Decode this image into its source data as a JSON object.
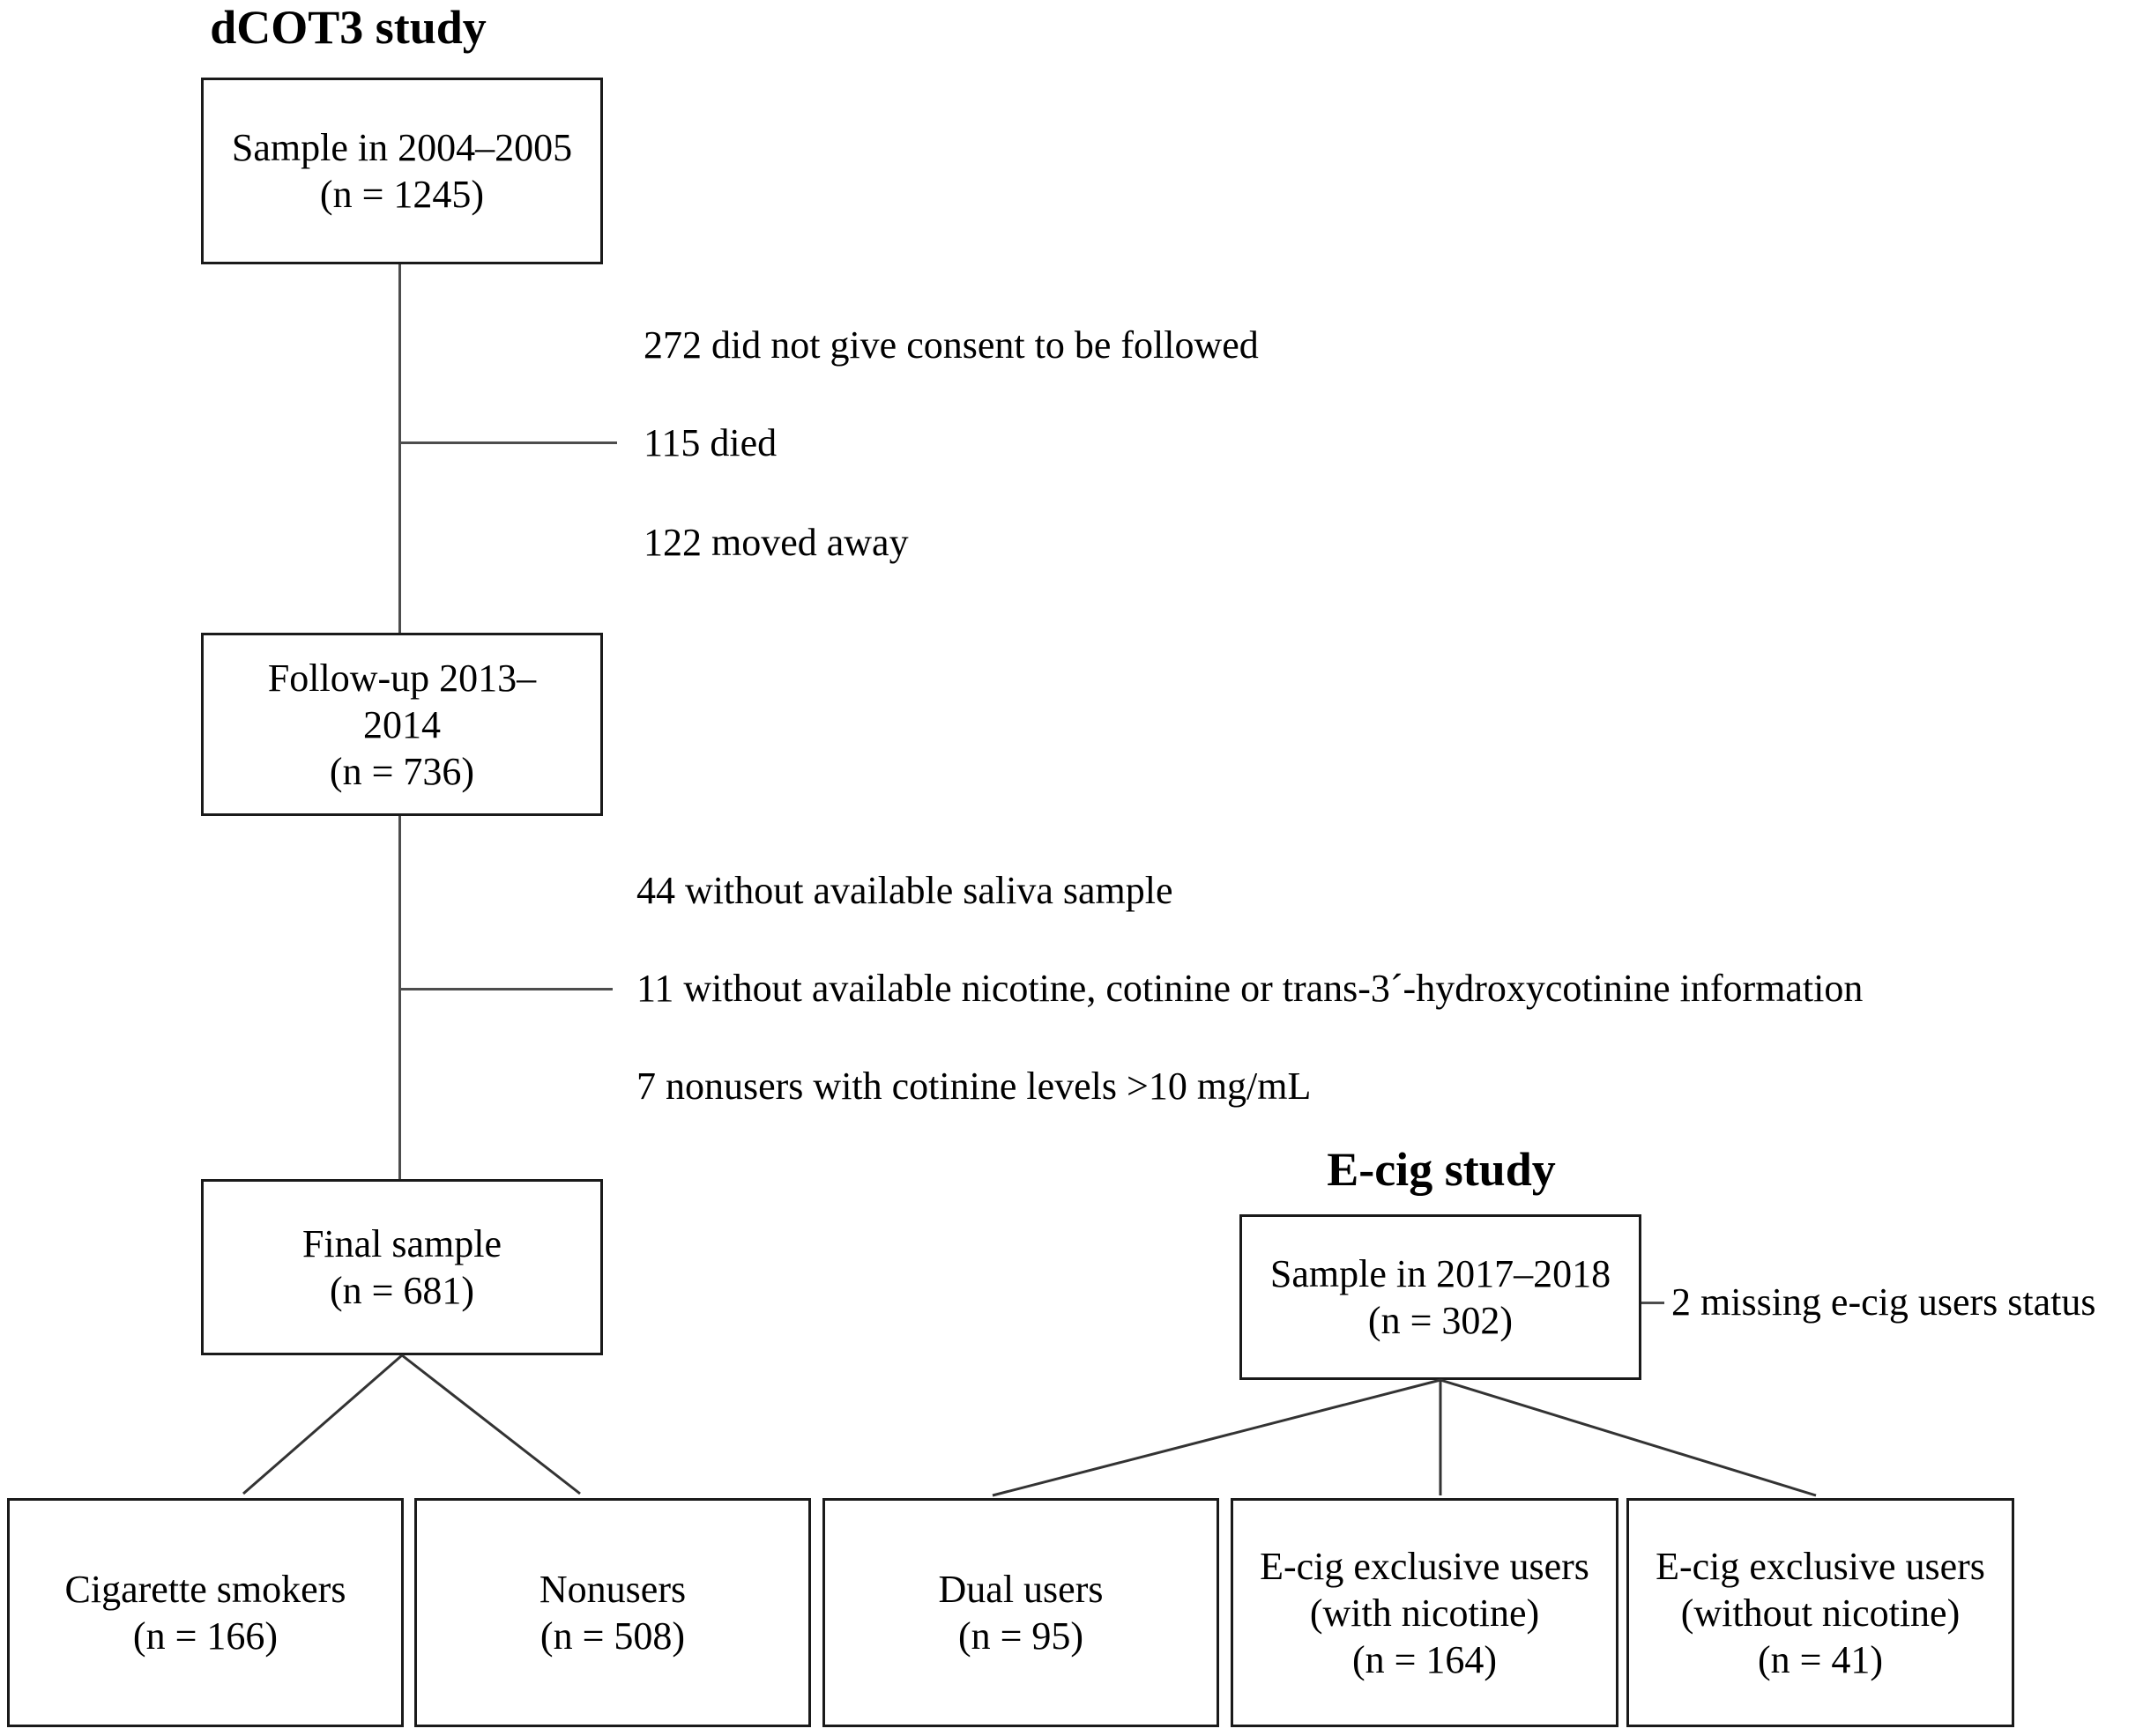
{
  "figure": {
    "type": "flowchart",
    "orientation": "vertical-two-branch"
  },
  "studies": {
    "dcot3": {
      "title": "dCOT3 study",
      "boxes": {
        "baseline": {
          "line1": "Sample in 2004–2005",
          "line2": "(n = 1245)"
        },
        "followup": {
          "line1": "Follow-up 2013–",
          "line2": "2014",
          "line3": "(n = 736)"
        },
        "final": {
          "line1": "Final sample",
          "line2": "(n = 681)"
        }
      },
      "exclusions_stage1": [
        "272 did not give consent to be followed",
        "115 died",
        "122 moved away"
      ],
      "exclusions_stage2": [
        "44 without available saliva sample",
        "11 without available nicotine, cotinine or trans-3´-hydroxycotinine information",
        "7 nonusers with cotinine levels >10 mg/mL"
      ],
      "groups": [
        {
          "line1": "Cigarette smokers",
          "line2": "(n = 166)"
        },
        {
          "line1": "Nonusers",
          "line2": "(n = 508)"
        }
      ]
    },
    "ecig": {
      "title": "E-cig study",
      "boxes": {
        "sample": {
          "line1": "Sample in 2017–2018",
          "line2": "(n = 302)"
        }
      },
      "exclusions": [
        "2 missing e-cig users status"
      ],
      "groups": [
        {
          "line1": "Dual users",
          "line2": "(n = 95)",
          "line3": ""
        },
        {
          "line1": "E-cig exclusive users",
          "line2": "(with nicotine)",
          "line3": "(n = 164)"
        },
        {
          "line1": "E-cig exclusive users",
          "line2": "(without nicotine)",
          "line3": "(n = 41)"
        }
      ]
    }
  },
  "colors": {
    "box_border": "#1a1a1a",
    "connector": "#4d4d4d",
    "text": "#000000",
    "background": "#ffffff"
  }
}
